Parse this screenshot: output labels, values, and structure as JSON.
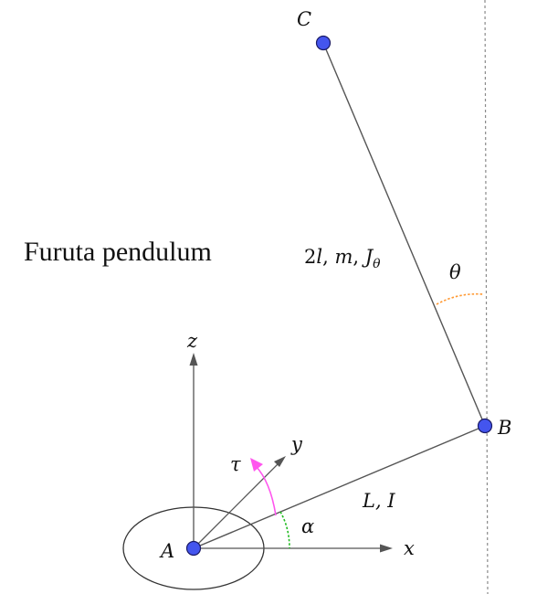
{
  "title": "Furuta pendulum",
  "points": {
    "A": "A",
    "B": "B",
    "C": "C"
  },
  "axes": {
    "x": "x",
    "y": "y",
    "z": "z"
  },
  "labels": {
    "arm_main": "L, I",
    "pendulum_two": "2",
    "pendulum_l": "l",
    "pendulum_comma1": ", ",
    "pendulum_m": "m",
    "pendulum_comma2": ", ",
    "pendulum_J": "J",
    "pendulum_J_sub": "θ",
    "theta": "θ",
    "alpha": "α",
    "tau": "τ"
  },
  "colors": {
    "node_fill": "#4455ee",
    "torque_arc": "#ff55ee",
    "theta_arc": "#ff9933",
    "alpha_arc": "#22bb22",
    "line": "#555555"
  }
}
